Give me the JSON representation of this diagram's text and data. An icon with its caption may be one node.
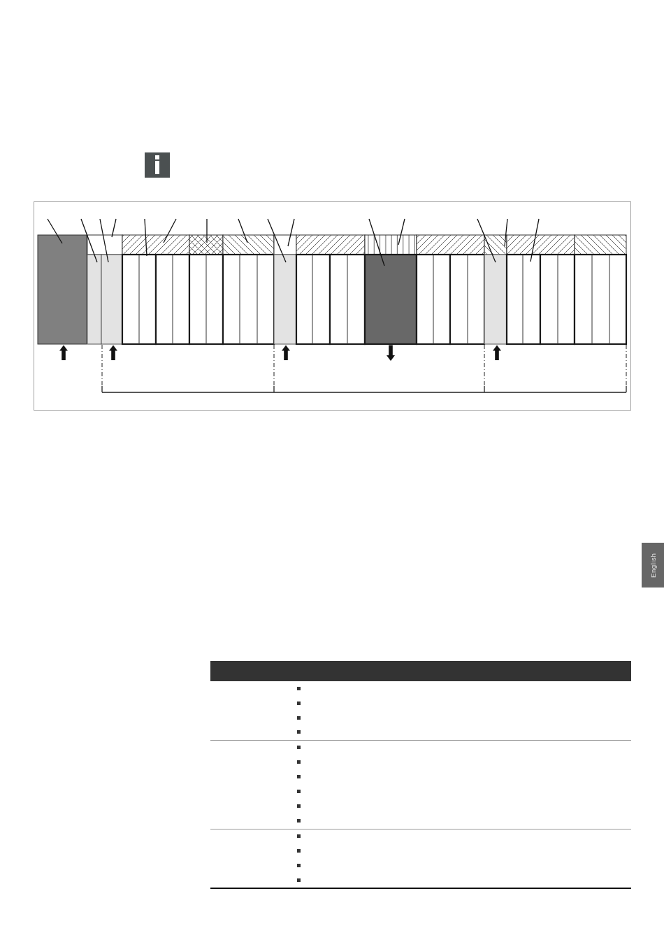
{
  "diagram": {
    "nodes": [
      {
        "text": [],
        "shape": "box"
      },
      {
        "text": [],
        "shape": "box"
      },
      {
        "text": [],
        "shape": "box"
      },
      {
        "text": [],
        "shape": "box"
      },
      {
        "text": [],
        "shape": "box"
      },
      {
        "text": [],
        "shape": "box"
      },
      {
        "text": [],
        "shape": "box"
      },
      {
        "text": [],
        "shape": "box"
      },
      {
        "text": [],
        "shape": "box"
      },
      {
        "text": [],
        "shape": "box"
      },
      {
        "text": [],
        "shape": "box"
      },
      {
        "text": [],
        "shape": "box"
      },
      {
        "text": [],
        "shape": "box"
      },
      {
        "text": [],
        "shape": "box"
      },
      {
        "text": [],
        "shape": "box"
      },
      {
        "text": [],
        "shape": "box"
      },
      {
        "text": [],
        "shape": "box"
      },
      {
        "text": [],
        "shape": "box"
      },
      {
        "text": [],
        "shape": "box"
      },
      {
        "text": [],
        "shape": "box"
      },
      {
        "text": [],
        "shape": "box"
      },
      {
        "text": [],
        "shape": "box"
      },
      {
        "text": [],
        "shape": "box"
      },
      {
        "text": [],
        "shape": "box"
      },
      {
        "text": [],
        "shape": "box"
      },
      {
        "text": [],
        "shape": "box"
      },
      {
        "text": [],
        "shape": "box"
      },
      {
        "text": [],
        "shape": "box"
      }
    ],
    "edges": [
      {
        "from": null,
        "to": 0,
        "arrow": "none"
      },
      {
        "from": null,
        "to": 2,
        "arrow": "none"
      },
      {
        "from": null,
        "to": 3,
        "arrow": "none"
      },
      {
        "from": null,
        "to": 1,
        "arrow": "none"
      },
      {
        "from": null,
        "to": 5,
        "arrow": "none"
      },
      {
        "from": null,
        "to": 4,
        "arrow": "none"
      },
      {
        "from": null,
        "to": 7,
        "arrow": "none"
      },
      {
        "from": null,
        "to": 9,
        "arrow": "none"
      },
      {
        "from": null,
        "to": 12,
        "arrow": "none"
      },
      {
        "from": null,
        "to": 11,
        "arrow": "none"
      },
      {
        "from": null,
        "to": 17,
        "arrow": "none"
      },
      {
        "from": null,
        "to": 16,
        "arrow": "none"
      },
      {
        "from": null,
        "to": 22,
        "arrow": "none"
      },
      {
        "from": null,
        "to": 21,
        "arrow": "none"
      },
      {
        "from": null,
        "to": 24,
        "arrow": "none"
      },
      {
        "from": null,
        "to": 0,
        "arrow": "to",
        "style": "thick"
      },
      {
        "from": null,
        "to": 3,
        "arrow": "to",
        "style": "thick"
      },
      {
        "from": null,
        "to": 12,
        "arrow": "to",
        "style": "thick"
      },
      {
        "from": 17,
        "to": null,
        "arrow": "to",
        "style": "thick"
      },
      {
        "from": null,
        "to": 22,
        "arrow": "to",
        "style": "thick"
      }
    ],
    "labels": [
      "English"
    ]
  }
}
